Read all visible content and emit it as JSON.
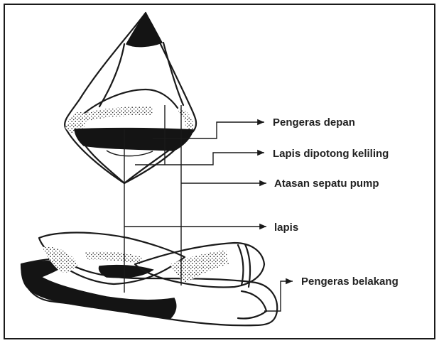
{
  "labels": {
    "toe_stiffener": "Pengeras depan",
    "lining_cut": "Lapis dipotong keliling",
    "pump_upper": "Atasan sepatu pump",
    "lining": "lapis",
    "heel_counter": "Pengeras belakang"
  }
}
